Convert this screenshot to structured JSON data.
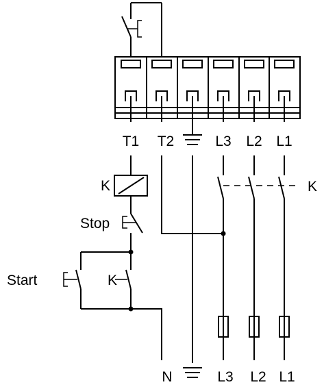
{
  "terminal_labels": [
    "T1",
    "T2",
    "L3",
    "L2",
    "L1"
  ],
  "supply_labels": [
    "N",
    "L3",
    "L2",
    "L1"
  ],
  "coil_label": "K",
  "contactor_label": "K",
  "aux_contact_label": "K",
  "stop_label": "Stop",
  "start_label": "Start"
}
